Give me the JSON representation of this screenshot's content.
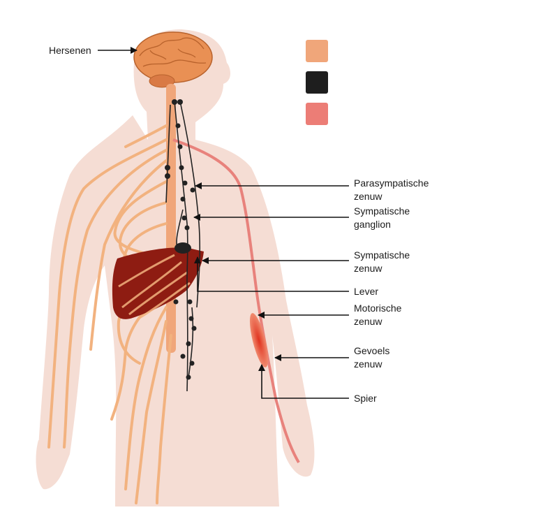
{
  "labels": {
    "hersenen": "Hersenen",
    "parasympathische_1": "Parasympatische",
    "parasympathische_2": "zenuw",
    "sympatische_ganglion_1": "Sympatische",
    "sympatische_ganglion_2": "ganglion",
    "sympatische_zenuw_1": "Sympatische",
    "sympatische_zenuw_2": "zenuw",
    "lever": "Lever",
    "motorische_1": "Motorische",
    "motorische_2": "zenuw",
    "gevoels_1": "Gevoels",
    "gevoels_2": "zenuw",
    "spier": "Spier"
  },
  "legend": {
    "swatches": [
      {
        "color": "#f0a67a"
      },
      {
        "color": "#1e1e1e"
      },
      {
        "color": "#ec7d76"
      }
    ]
  },
  "colors": {
    "body": "#f5ddd4",
    "sensory_nerve": "#f2b27f",
    "autonomic": "#222222",
    "motor_nerve": "#e8827c",
    "liver": "#8e1c12",
    "brain": "#e99054",
    "muscle": "#e0321f"
  }
}
